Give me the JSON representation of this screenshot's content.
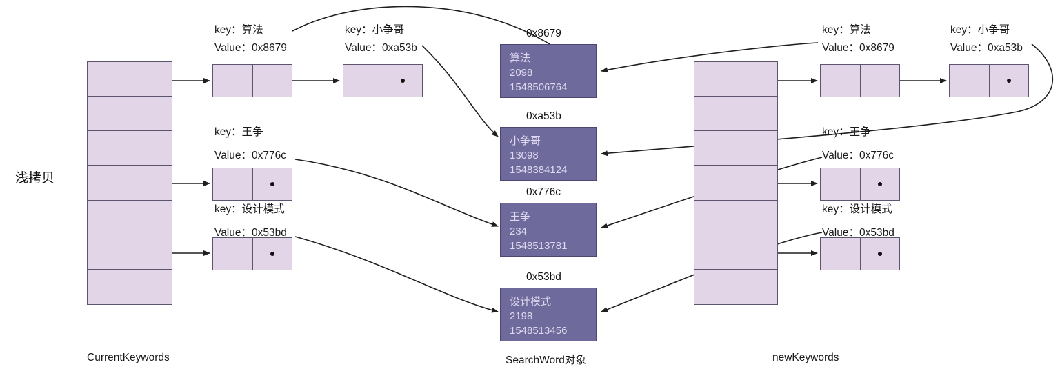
{
  "diagram": {
    "side_label": "浅拷贝",
    "captions": {
      "left": "CurrentKeywords",
      "middle": "SearchWord对象",
      "right": "newKeywords"
    }
  },
  "left_hashtable": {
    "name": "CurrentKeywords",
    "rows": 7
  },
  "right_hashtable": {
    "name": "newKeywords",
    "rows": 7
  },
  "left_nodes": [
    {
      "key_label": "key：算法",
      "value_label": "Value：0x8679",
      "tail": false
    },
    {
      "key_label": "key：小争哥",
      "value_label": "Value：0xa53b",
      "tail": true
    },
    {
      "key_label": "key：王争",
      "value_label": "Value：0x776c",
      "tail": true
    },
    {
      "key_label": "key：设计模式",
      "value_label": "Value：0x53bd",
      "tail": true
    }
  ],
  "right_nodes": [
    {
      "key_label": "key：算法",
      "value_label": "Value：0x8679",
      "tail": false
    },
    {
      "key_label": "key：小争哥",
      "value_label": "Value：0xa53b",
      "tail": true
    },
    {
      "key_label": "key：王争",
      "value_label": "Value：0x776c",
      "tail": true
    },
    {
      "key_label": "key：设计模式",
      "value_label": "Value：0x53bd",
      "tail": true
    }
  ],
  "objects": [
    {
      "address": "0x8679",
      "title": "算法",
      "count": "2098",
      "timestamp": "1548506764"
    },
    {
      "address": "0xa53b",
      "title": "小争哥",
      "count": "13098",
      "timestamp": "1548384124"
    },
    {
      "address": "0x776c",
      "title": "王争",
      "count": "234",
      "timestamp": "1548513781"
    },
    {
      "address": "0x53bd",
      "title": "设计模式",
      "count": "2198",
      "timestamp": "1548513456"
    }
  ],
  "colors": {
    "object_fill": "#6f6a9c",
    "object_text": "#ded9ef",
    "cell_fill": "#e1d5e7",
    "cell_border": "#5b5570",
    "edge": "#1f1f1f"
  }
}
